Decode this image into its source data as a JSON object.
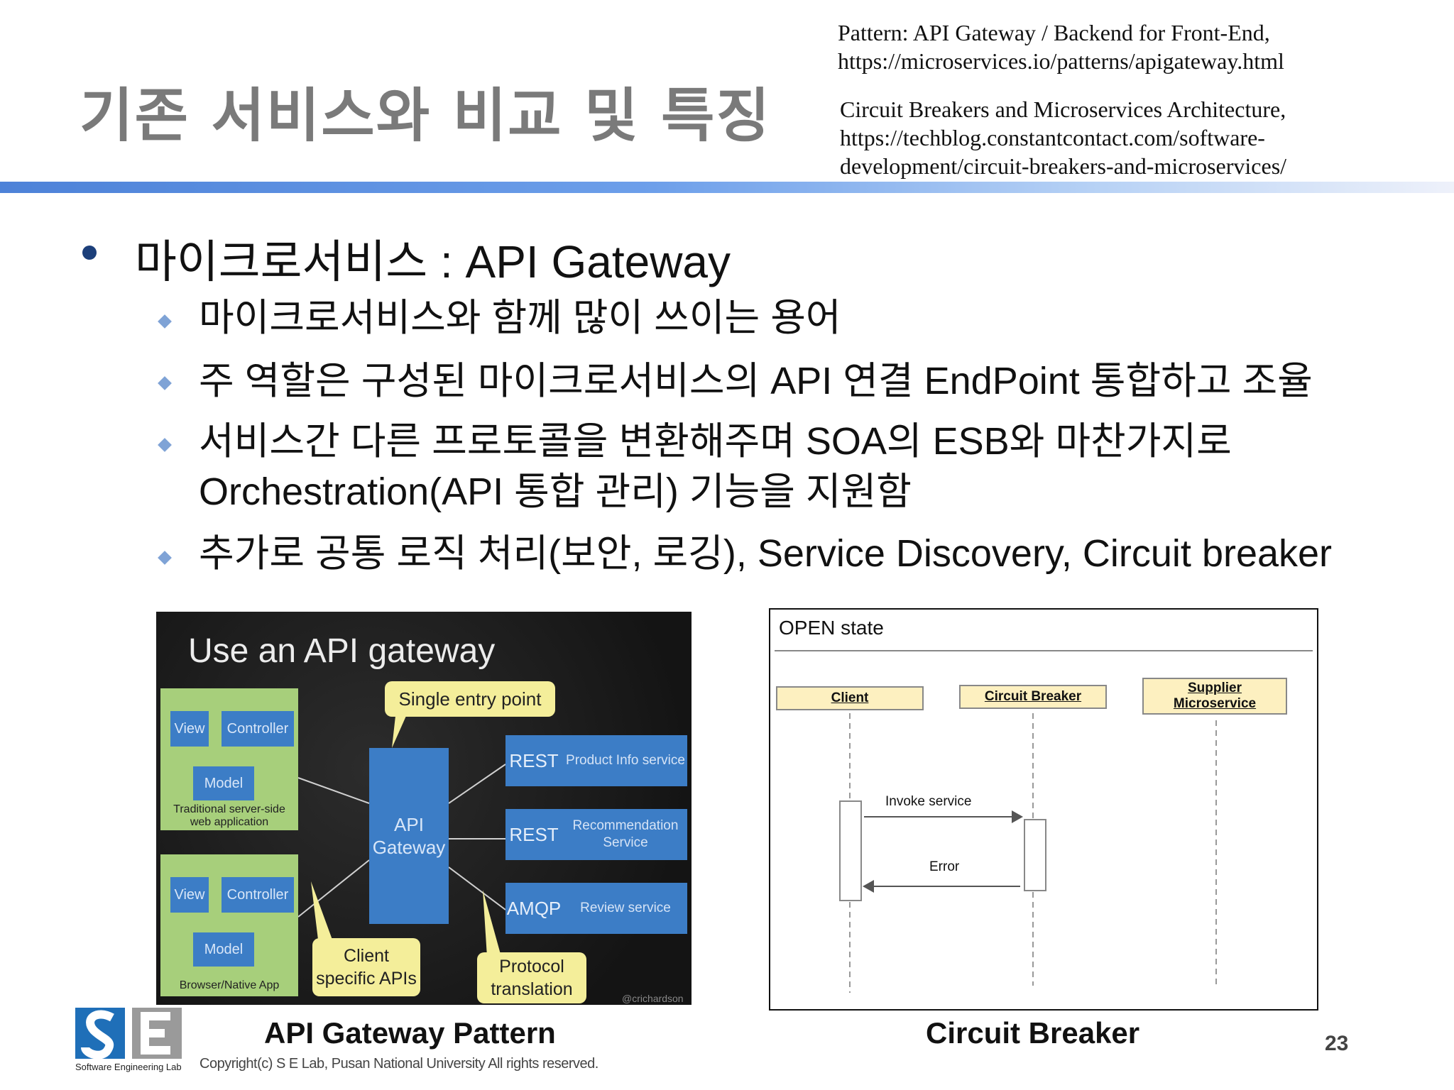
{
  "slide": {
    "title": "기존 서비스와 비교 및 특징",
    "references": [
      "Pattern: API Gateway / Backend for Front-End, https://microservices.io/patterns/apigateway.html",
      "Circuit Breakers and Microservices Architecture, https://techblog.constantcontact.com/software-development/circuit-breakers-and-microservices/"
    ],
    "bullet_main": "마이크로서비스 : API Gateway",
    "sub_bullets": [
      "마이크로서비스와 함께 많이 쓰이는 용어",
      "주 역할은 구성된 마이크로서비스의 API 연결 EndPoint 통합하고 조율",
      "서비스간 다른 프로토콜을 변환해주며 SOA의 ESB와 마찬가지로",
      "Orchestration(API 통합 관리) 기능을 지원함",
      "추가로 공통 로직 처리(보안, 로깅), Service Discovery, Circuit breaker"
    ],
    "page_number": "23",
    "copyright": "Copyright(c) S E Lab, Pusan National University All rights reserved.",
    "logo_caption": "Software Engineering Lab"
  },
  "gateway_figure": {
    "title": "Use an API gateway",
    "caption": "API Gateway Pattern",
    "callout_entry": "Single entry point",
    "callout_client": "Client specific APIs",
    "callout_protocol": "Protocol translation",
    "gateway_label": "API Gateway",
    "web_app": {
      "view": "View",
      "controller": "Controller",
      "model": "Model",
      "label": "Traditional server-side web application"
    },
    "native_app": {
      "view": "View",
      "controller": "Controller",
      "model": "Model",
      "label": "Browser/Native App"
    },
    "services": [
      {
        "protocol": "REST",
        "name": "Product Info service"
      },
      {
        "protocol": "REST",
        "name": "Recommendation Service"
      },
      {
        "protocol": "AMQP",
        "name": "Review service"
      }
    ],
    "watermark": "@crichardson"
  },
  "circuit_figure": {
    "state": "OPEN state",
    "caption": "Circuit Breaker",
    "participants": [
      "Client",
      "Circuit Breaker",
      "Supplier Microservice"
    ],
    "msg_invoke": "Invoke service",
    "msg_error": "Error"
  },
  "colors": {
    "title_gray": "#7a7a7a",
    "rule_blue": "#4d82d8",
    "bullet_navy": "#1c3f7a",
    "green_box": "#a7cf7b",
    "blue_box": "#3c7dc6",
    "callout_yellow": "#f4ee9a",
    "participant_fill": "#fdf0c0"
  }
}
